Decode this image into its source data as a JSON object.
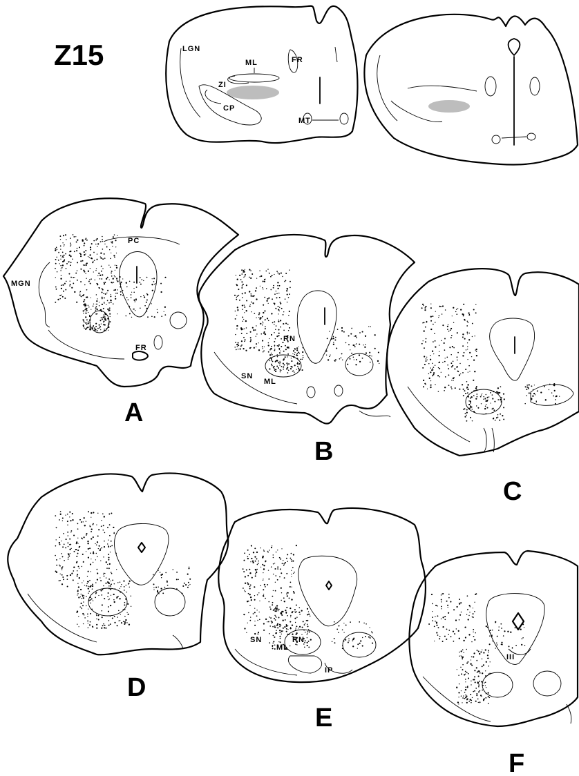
{
  "figure": {
    "title": "Z15",
    "panels": [
      "A",
      "B",
      "C",
      "D",
      "E",
      "F"
    ],
    "labels": {
      "top_left": [
        "LGN",
        "ML",
        "FR",
        "ZI",
        "CP",
        "MT"
      ],
      "panel_a": [
        "PC",
        "MGN",
        "FR"
      ],
      "panel_b": [
        "RN",
        "SN",
        "ML"
      ],
      "panel_e": [
        "SN",
        "ML",
        "RN",
        "IP"
      ],
      "panel_f": [
        "III"
      ]
    }
  },
  "colors": {
    "ink": "#000000",
    "paper": "#ffffff",
    "shading": "#bdbdbd"
  }
}
